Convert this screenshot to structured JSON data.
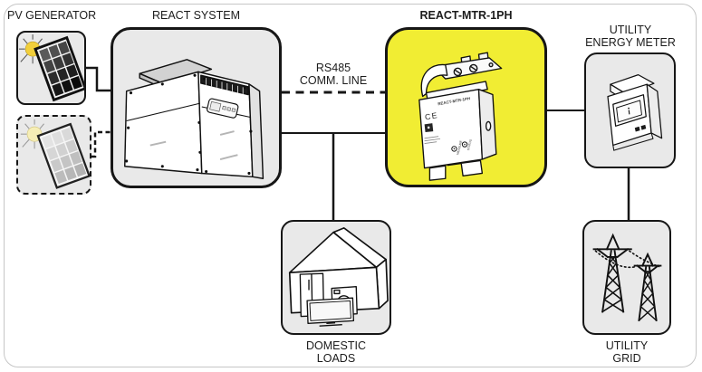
{
  "colors": {
    "box_fill": "#e9e9e9",
    "highlight_fill": "#f1ed33",
    "line_color": "#161616",
    "frame_color": "#c6c6c6",
    "sun_yellow": "#f2cf3a",
    "sun_pale": "#f6eeb6"
  },
  "nodes": {
    "pv_generator": {
      "label": "PV GENERATOR"
    },
    "react_system": {
      "label": "REACT SYSTEM"
    },
    "react_mtr": {
      "label": "REACT-MTR-1PH",
      "highlighted": true
    },
    "utility_energy_meter": {
      "label_line1": "UTILITY",
      "label_line2": "ENERGY METER"
    },
    "domestic_loads": {
      "label_line1": "DOMESTIC",
      "label_line2": "LOADS"
    },
    "utility_grid": {
      "label_line1": "UTILITY",
      "label_line2": "GRID"
    }
  },
  "connections": {
    "rs485": {
      "label_line1": "RS485",
      "label_line2": "COMM. LINE",
      "style": "dashed"
    }
  },
  "device_markings": {
    "model": "REACT-MTR-1PH",
    "ce": "CE",
    "led_measure": "MEASURE",
    "led_status": "STATUS"
  }
}
